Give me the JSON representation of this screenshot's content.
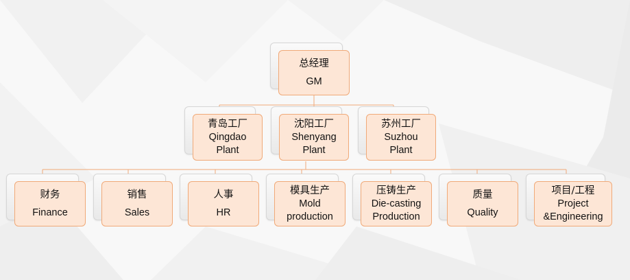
{
  "chart_data": {
    "type": "org-chart",
    "root": {
      "cn": "总经理",
      "en": "GM"
    },
    "plants": [
      {
        "cn": "青岛工厂",
        "en1": "Qingdao",
        "en2": "Plant"
      },
      {
        "cn": "沈阳工厂",
        "en1": "Shenyang",
        "en2": "Plant"
      },
      {
        "cn": "苏州工厂",
        "en1": "Suzhou",
        "en2": "Plant"
      }
    ],
    "departments": [
      {
        "cn": "财务",
        "en1": "Finance",
        "en2": ""
      },
      {
        "cn": "销售",
        "en1": "Sales",
        "en2": ""
      },
      {
        "cn": "人事",
        "en1": "HR",
        "en2": ""
      },
      {
        "cn": "模具生产",
        "en1": "Mold",
        "en2": "production"
      },
      {
        "cn": "压铸生产",
        "en1": "Die-casting",
        "en2": "Production"
      },
      {
        "cn": "质量",
        "en1": "Quality",
        "en2": ""
      },
      {
        "cn": "项目/工程",
        "en1": "Project",
        "en2": "&Engineering"
      }
    ]
  },
  "colors": {
    "box_fill": "#fde6d6",
    "box_border": "#f0a978",
    "connector": "#f0a978"
  }
}
